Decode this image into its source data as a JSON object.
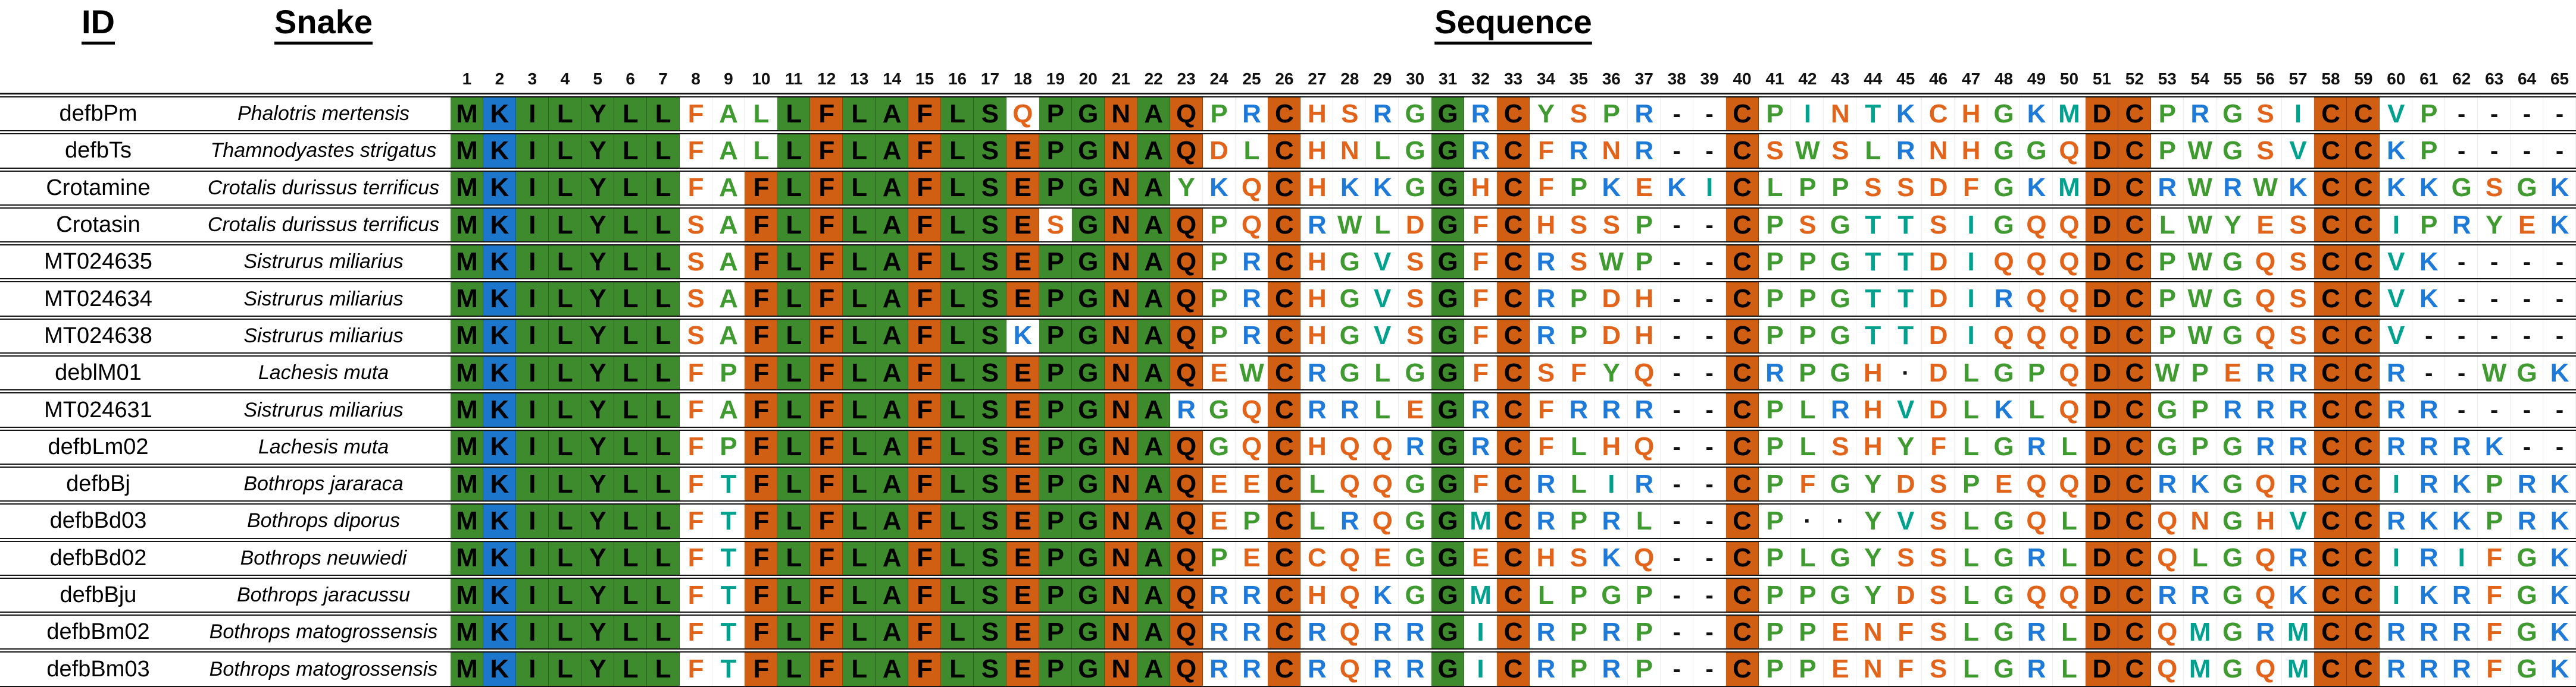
{
  "header": {
    "id_label": "ID",
    "snake_label": "Snake",
    "sequence_label": "Sequence"
  },
  "positions": [
    1,
    2,
    3,
    4,
    5,
    6,
    7,
    8,
    9,
    10,
    11,
    12,
    13,
    14,
    15,
    16,
    17,
    18,
    19,
    20,
    21,
    22,
    23,
    24,
    25,
    26,
    27,
    28,
    29,
    30,
    31,
    32,
    33,
    34,
    35,
    36,
    37,
    38,
    39,
    40,
    41,
    42,
    43,
    44,
    45,
    46,
    47,
    48,
    49,
    50,
    51,
    52,
    53,
    54,
    55,
    56,
    57,
    58,
    59,
    60,
    61,
    62,
    63,
    64,
    65
  ],
  "palette": {
    "bg": {
      "g": "#3d8b2d",
      "b": "#1c76cc",
      "o": "#d05f14",
      "w": "#ffffff"
    },
    "letter_on_colored_bg": "#000000",
    "gap_color": "#111111",
    "letter_colors": {
      "blue": "#1e7ad8",
      "orange": "#e2641a",
      "green": "#3f9b30",
      "teal": "#00a18f"
    },
    "residue_classes": {
      "K": "blue",
      "R": "blue",
      "I": "teal",
      "M": "teal",
      "T": "teal",
      "V": "teal",
      "A": "green",
      "G": "green",
      "L": "green",
      "P": "green",
      "W": "green",
      "Y": "green",
      "C": "orange",
      "D": "orange",
      "E": "orange",
      "F": "orange",
      "H": "orange",
      "N": "orange",
      "Q": "orange",
      "S": "orange"
    }
  },
  "base_bg": "gbgggggwwogoggoggoggogowwowwwwgwowwwwwwowwwwwwwwwwoowwwwwoowwwwww",
  "rows": [
    {
      "id": "defbPm",
      "species": "Phalotris mertensis",
      "seq": "MKILYLLFALLFLAFLSQPGNAQPRCHSRGGRCYSPR--CPINTKCHGKMDCPRGSICCVP----",
      "bg_overrides": {
        "10": "w",
        "18": "w"
      }
    },
    {
      "id": "defbTs",
      "species": "Thamnodyastes strigatus",
      "seq": "MKILYLLFALLFLAFLSEPGNAQDLCHNLGGRCFRNR--CSWSLRNHGGQDCPWGSVCCKP----",
      "bg_overrides": {
        "10": "w"
      }
    },
    {
      "id": "Crotamine",
      "species": "Crotalis durissus terrificus",
      "seq": "MKILYLLFAFLFLAFLSEPGNAYKQCHKKGGHCFPKEKICLPPSSDFGKMDCRWRWKCCKKGSGK",
      "bg_overrides": {
        "23": "w"
      }
    },
    {
      "id": "Crotasin",
      "species": "Crotalis durissus terrificus",
      "seq": "MKILYLLSAFLFLAFLSESGNAQPQCRWLDGFCHSSP--CPSGTTSIGQQDCLWYESCCIPRYEK",
      "bg_overrides": {
        "19": "w"
      }
    },
    {
      "id": "MT024635",
      "species": "Sistrurus miliarius",
      "seq": "MKILYLLSAFLFLAFLSEPGNAQPRCHGVSGFCRSWP--CPPGTTDIQQQDCPWGQSCCVK----",
      "bg_overrides": {}
    },
    {
      "id": "MT024634",
      "species": "Sistrurus miliarius",
      "seq": "MKILYLLSAFLFLAFLSEPGNAQPRCHGVSGFCRPDH--CPPGTTDIRQQDCPWGQSCCVK----",
      "bg_overrides": {}
    },
    {
      "id": "MT024638",
      "species": "Sistrurus miliarius",
      "seq": "MKILYLLSAFLFLAFLSKPGNAQPRCHGVSGFCRPDH--CPPGTTDIQQQDCPWGQSCCV-----",
      "bg_overrides": {
        "18": "w"
      }
    },
    {
      "id": "deblM01",
      "species": "Lachesis muta",
      "seq": "MKILYLLFPFLFLAFLSEPGNAQEWCRGLGGFCSFYQ--CRPGH.DLGPQDCWPERRCCR--WGK",
      "bg_overrides": {}
    },
    {
      "id": "MT024631",
      "species": "Sistrurus miliarius",
      "seq": "MKILYLLFAFLFLAFLSEPGNARGQCRRLEGRCFRRR--CPLRHVDLKLQDCGPRRRCCRR----",
      "bg_overrides": {
        "23": "w"
      }
    },
    {
      "id": "defbLm02",
      "species": "Lachesis muta",
      "seq": "MKILYLLFPFLFLAFLSEPGNAQGQCHQQRGRCFLHQ--CPLSHYFLGRLDCGPGRRCCRRRK--",
      "bg_overrides": {}
    },
    {
      "id": "defbBj",
      "species": "Bothrops jararaca",
      "seq": "MKILYLLFTFLFLAFLSEPGNAQEECLQQGGFCRLIR--CPFGYDSPEQQDCRKGQRCCIRKPRK",
      "bg_overrides": {}
    },
    {
      "id": "defbBd03",
      "species": "Bothrops diporus",
      "seq": "MKILYLLFTFLFLAFLSEPGNAQEPCLRQGGMCRPRL--CP..YVSLGQLDCQNGHVCCRKKPRK",
      "bg_overrides": {}
    },
    {
      "id": "defbBd02",
      "species": "Bothrops neuwiedi",
      "seq": "MKILYLLFTFLFLAFLSEPGNAQPECCQEGGECHSKQ--CPLGYSSLGRLDCQLGQRCCIRIFGK",
      "bg_overrides": {}
    },
    {
      "id": "defbBju",
      "species": "Bothrops jaracussu",
      "seq": "MKILYLLFTFLFLAFLSEPGNAQRRCHQKGGMCLPGP--CPPGYDSLGQQDCRRGQKCCIKRFGK",
      "bg_overrides": {}
    },
    {
      "id": "defbBm02",
      "species": "Bothrops matogrossensis",
      "seq": "MKILYLLFTFLFLAFLSEPGNAQRRCRQRRGICRPRP--CPPENFSLGRLDCQMGRMCCRRRFGK",
      "bg_overrides": {}
    },
    {
      "id": "defbBm03",
      "species": "Bothrops matogrossensis",
      "seq": "MKILYLLFTFLFLAFLSEPGNAQRRCRQRRGICRPRP--CPPENFSLGRLDCQMGQMCCRRRFGK",
      "bg_overrides": {}
    }
  ]
}
